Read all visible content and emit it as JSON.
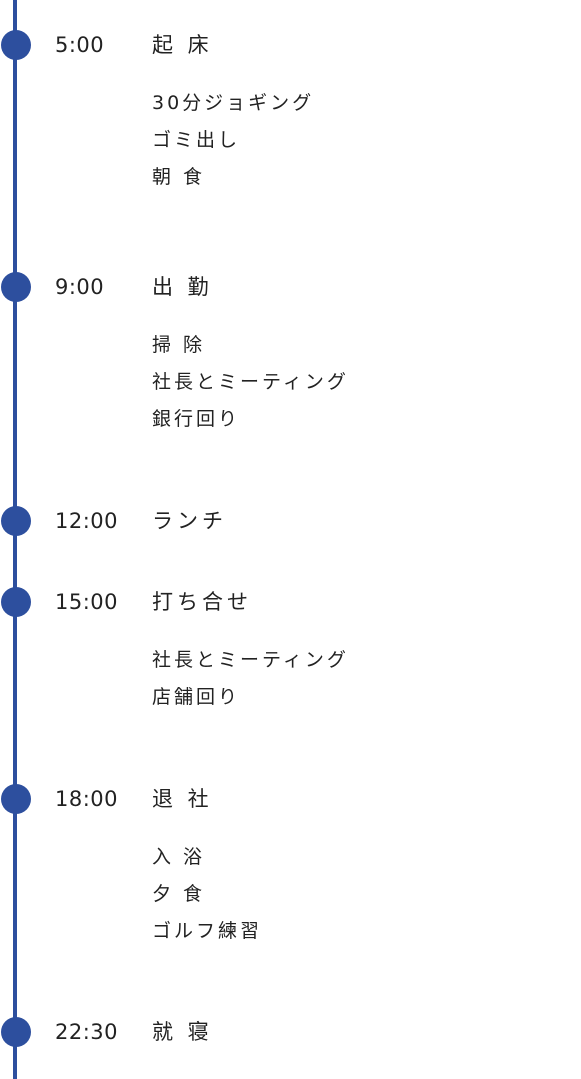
{
  "timeline": {
    "accent_color": "#2d4f9e",
    "entries": [
      {
        "time": "5:00",
        "title": "起 床",
        "items": [
          "30分ジョギング",
          "ゴミ出し",
          "朝 食"
        ]
      },
      {
        "time": "9:00",
        "title": "出 勤",
        "items": [
          "掃 除",
          "社長とミーティング",
          "銀行回り"
        ]
      },
      {
        "time": "12:00",
        "title": "ランチ",
        "items": []
      },
      {
        "time": "15:00",
        "title": "打ち合せ",
        "items": [
          "社長とミーティング",
          "店舗回り"
        ]
      },
      {
        "time": "18:00",
        "title": "退 社",
        "items": [
          "入 浴",
          "夕 食",
          "ゴルフ練習"
        ]
      },
      {
        "time": "22:30",
        "title": "就 寝",
        "items": []
      }
    ]
  }
}
